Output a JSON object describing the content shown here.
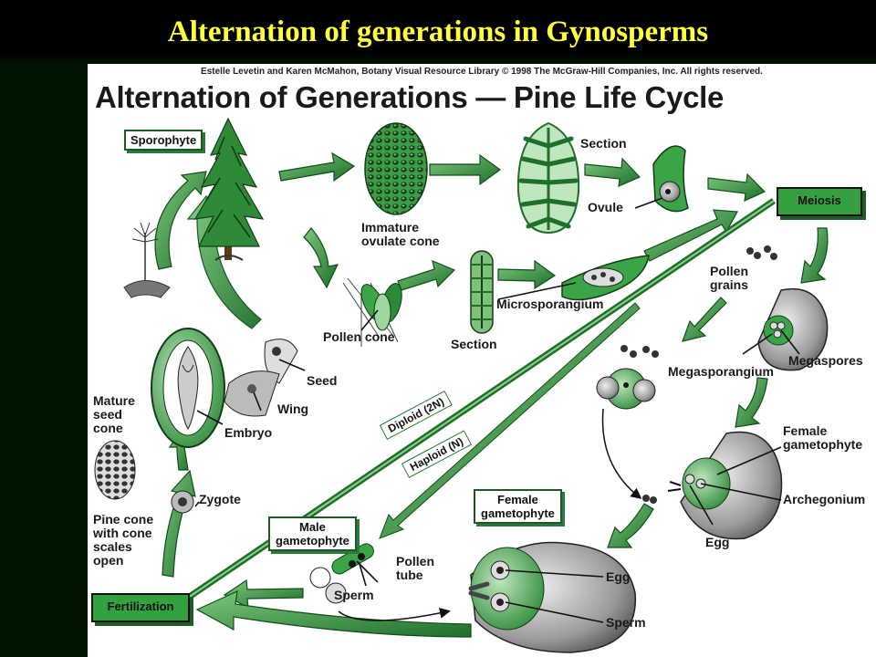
{
  "slide_title": "Alternation of generations in Gynosperms",
  "credit": "Estelle Levetin and Karen McMahon, Botany Visual Resource Library © 1998 The McGraw-Hill Companies, Inc. All rights reserved.",
  "diagram_title": "Alternation of Generations — Pine Life Cycle",
  "labels": {
    "sporophyte": "Sporophyte",
    "immature_cone": "Immature\novulate cone",
    "section_top": "Section",
    "ovule": "Ovule",
    "meiosis": "Meiosis",
    "pollen_grains": "Pollen\ngrains",
    "megaspores": "Megaspores",
    "megasporangium": "Megasporangium",
    "microsporangium": "Microsporangium",
    "section_mid": "Section",
    "pollen_cone": "Pollen cone",
    "seed": "Seed",
    "wing": "Wing",
    "embryo": "Embryo",
    "mature_seed_cone": "Mature\nseed\ncone",
    "pine_cone_open": "Pine cone\nwith cone\nscales\nopen",
    "zygote": "Zygote",
    "diploid": "Diploid (2N)",
    "haploid": "Haploid (N)",
    "female_gametophyte_right": "Female\ngametophyte",
    "archegonium": "Archegonium",
    "egg_right": "Egg",
    "female_gametophyte_box": "Female\ngametophyte",
    "male_gametophyte": "Male\ngametophyte",
    "pollen_tube": "Pollen\ntube",
    "sperm_left": "Sperm",
    "egg_bottom": "Egg",
    "sperm_bottom": "Sperm",
    "fertilization": "Fertilization"
  },
  "colors": {
    "slide_background": "#021402",
    "title_text": "#ffff3a",
    "green_dark": "#1f6e2a",
    "green_mid": "#3aa447",
    "green_light": "#9fd69f"
  }
}
